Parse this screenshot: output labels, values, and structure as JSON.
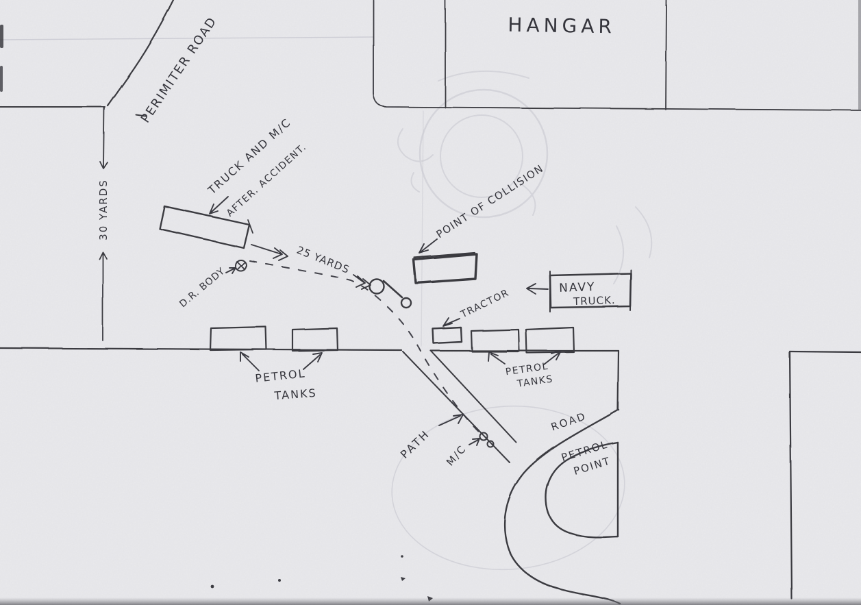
{
  "document": {
    "kind": "hand-drawn airfield accident sketch (scanned pencil diagram)",
    "paper_color": "#e9e9ec",
    "ink_color": "#3a3a41",
    "faint_pencil_color": "#c7c7cf"
  },
  "labels": {
    "hangar": "HANGAR",
    "perimeter_road": "PERIMITER ROAD",
    "thirty_yards": "30 YARDS",
    "truck_after_line1": "TRUCK AND M/C",
    "truck_after_line2": "AFTER. ACCIDENT.",
    "twenty_five_yards": "25 YARDS",
    "dr_body": "D.R. BODY",
    "point_of_collision": "POINT OF COLLISION",
    "navy_truck_line1": "NAVY",
    "navy_truck_line2": "TRUCK.",
    "tractor": "TRACTOR",
    "petrol_tanks_left_line1": "PETROL",
    "petrol_tanks_left_line2": "TANKS",
    "petrol_tanks_right_line1": "PETROL",
    "petrol_tanks_right_line2": "TANKS",
    "path": "PATH",
    "mc": "M/C",
    "road": "ROAD",
    "petrol_point_line1": "PETROL",
    "petrol_point_line2": "POINT"
  }
}
